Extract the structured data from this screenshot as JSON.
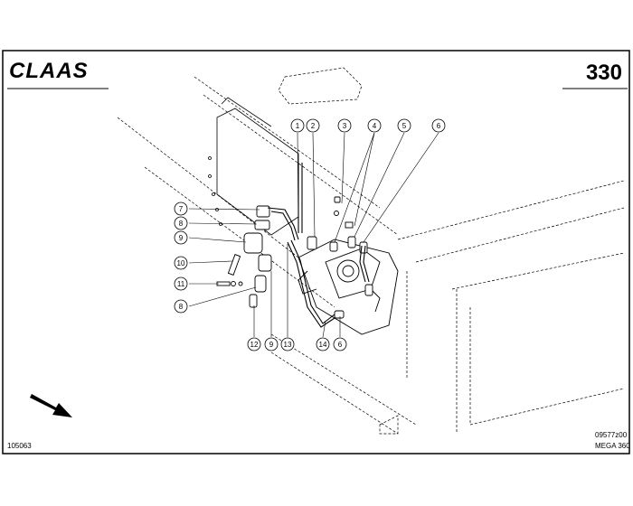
{
  "header": {
    "brand": "CLAAS",
    "page_number": "330"
  },
  "footer": {
    "drawing_ref": "105063",
    "part_code": "09577z00",
    "model": "MEGA 360"
  },
  "callouts": [
    {
      "label": "1"
    },
    {
      "label": "2"
    },
    {
      "label": "3"
    },
    {
      "label": "4"
    },
    {
      "label": "5"
    },
    {
      "label": "6"
    },
    {
      "label": "7"
    },
    {
      "label": "8"
    },
    {
      "label": "9"
    },
    {
      "label": "10"
    },
    {
      "label": "11"
    },
    {
      "label": "8"
    },
    {
      "label": "12"
    },
    {
      "label": "9"
    },
    {
      "label": "13"
    },
    {
      "label": "14"
    },
    {
      "label": "6"
    }
  ]
}
